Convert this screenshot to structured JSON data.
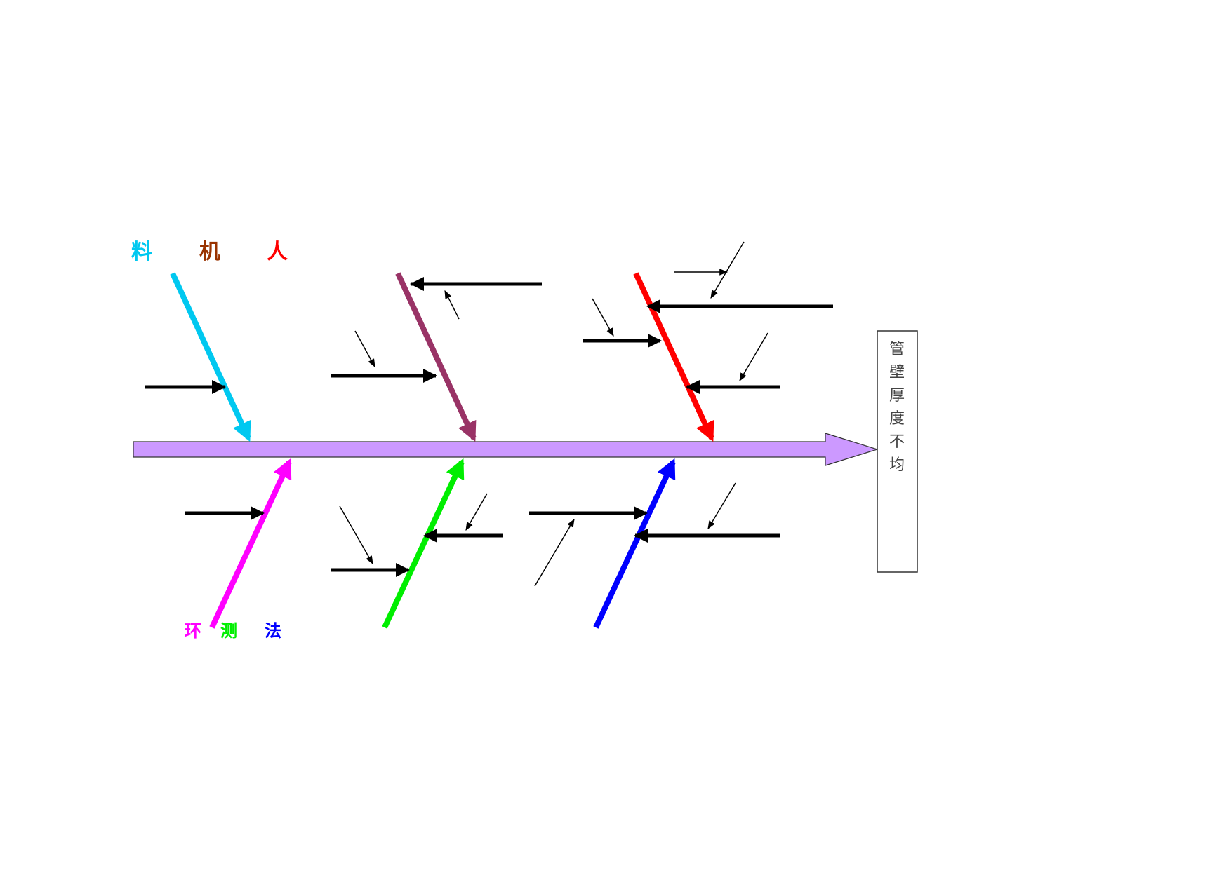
{
  "effect": {
    "label": "管壁厚度不均",
    "chars": [
      "管",
      "壁",
      "厚",
      "度",
      "不",
      "均"
    ]
  },
  "categories": [
    {
      "key": "liao",
      "label": "料",
      "color": "#00c8f0"
    },
    {
      "key": "ji",
      "label": "机",
      "color": "#993300"
    },
    {
      "key": "ren",
      "label": "人",
      "color": "#ff0000"
    },
    {
      "key": "huan",
      "label": "环",
      "color": "#ff00ff"
    },
    {
      "key": "ce",
      "label": "测",
      "color": "#00ee00"
    },
    {
      "key": "fa",
      "label": "法",
      "color": "#0000ff"
    }
  ],
  "colors": {
    "spine": "#cc99ff",
    "spine_stroke": "#333333",
    "bone_ji": "#993366",
    "cause_arrow": "#000000"
  }
}
